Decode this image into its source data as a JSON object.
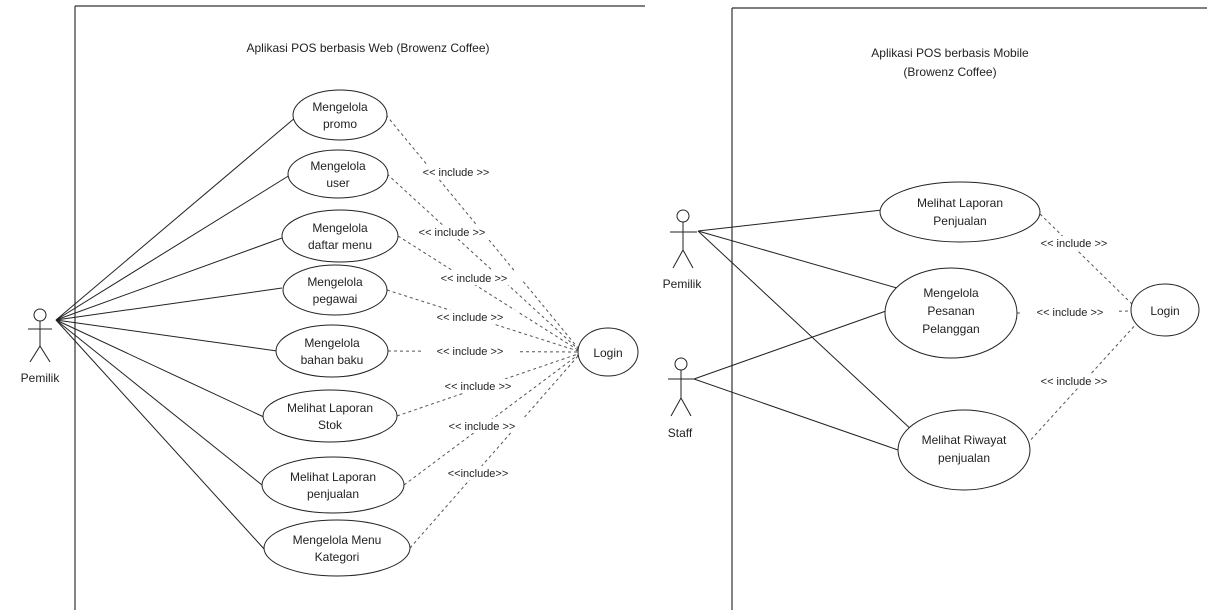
{
  "web_system": {
    "title": "Aplikasi POS berbasis Web (Browenz Coffee)",
    "actor": "Pemilik",
    "use_cases": [
      [
        "Mengelola",
        "promo"
      ],
      [
        "Mengelola",
        "user"
      ],
      [
        "Mengelola",
        "daftar menu"
      ],
      [
        "Mengelola",
        "pegawai"
      ],
      [
        "Mengelola",
        "bahan baku"
      ],
      [
        "Melihat Laporan",
        "Stok"
      ],
      [
        "Melihat Laporan",
        "penjualan"
      ],
      [
        "Mengelola Menu",
        "Kategori"
      ]
    ],
    "login": "Login",
    "include_labels": [
      "<< include >>",
      "<< include >>",
      "<< include >>",
      "<< include >>",
      "<< include >>",
      "<< include >>",
      "<< include >>",
      "<<include>>"
    ]
  },
  "mobile_system": {
    "title_lines": [
      "Aplikasi POS berbasis Mobile",
      "(Browenz Coffee)"
    ],
    "actors": [
      "Pemilik",
      "Staff"
    ],
    "use_cases": [
      [
        "Melihat Laporan",
        "Penjualan"
      ],
      [
        "Mengelola",
        "Pesanan",
        "Pelanggan"
      ],
      [
        "Melihat Riwayat",
        "penjualan"
      ]
    ],
    "login": "Login",
    "include_labels": [
      "<< include >>",
      "<< include >>",
      "<< include >>"
    ]
  }
}
